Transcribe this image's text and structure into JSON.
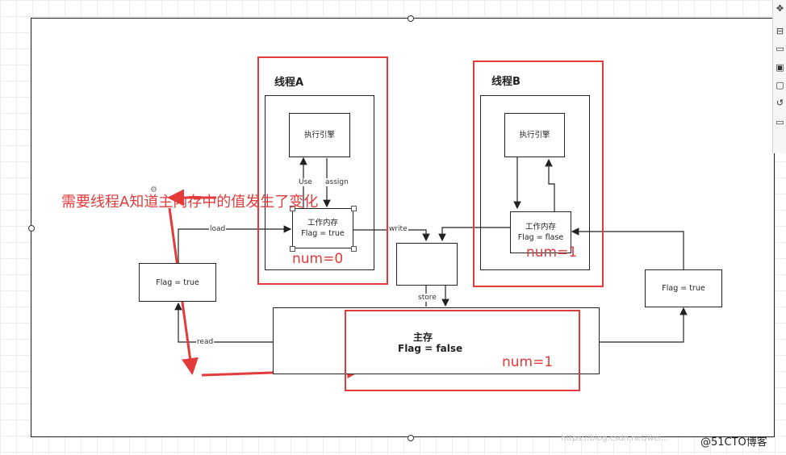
{
  "diagram": {
    "thread_a": {
      "title": "线程A",
      "engine_label": "执行引擎",
      "working_memory_line1": "工作内存",
      "working_memory_line2": "Flag = true",
      "num": "num=0"
    },
    "thread_b": {
      "title": "线程B",
      "engine_label": "执行引擎",
      "working_memory_line1": "工作内存",
      "working_memory_line2": "Flag = flase",
      "num": "num=1"
    },
    "main_memory": {
      "title": "主存",
      "value": "Flag = false",
      "num": "num=1"
    },
    "left_flag_box": "Flag = true",
    "right_flag_box": "Flag = true",
    "edge_labels": {
      "use": "Use",
      "assign": "assign",
      "load": "load",
      "write": "write",
      "store": "store",
      "read": "read"
    },
    "annotation": "需要线程A知道主内存中的值发生了变化"
  },
  "toolbar": {
    "icons": [
      "sparkle-icon",
      "format-icon",
      "layers-icon",
      "page-icon",
      "folder-icon",
      "history-icon",
      "comment-icon"
    ],
    "glyphs": [
      "✥",
      "⊟",
      "▭",
      "▣",
      "▢",
      "↺",
      "▭"
    ]
  },
  "footer": {
    "watermark": "https://blog.csdn.net/wei...",
    "brand": "@51CTO博客"
  },
  "colors": {
    "accent_red": "#e33a3a",
    "line": "#222222"
  }
}
